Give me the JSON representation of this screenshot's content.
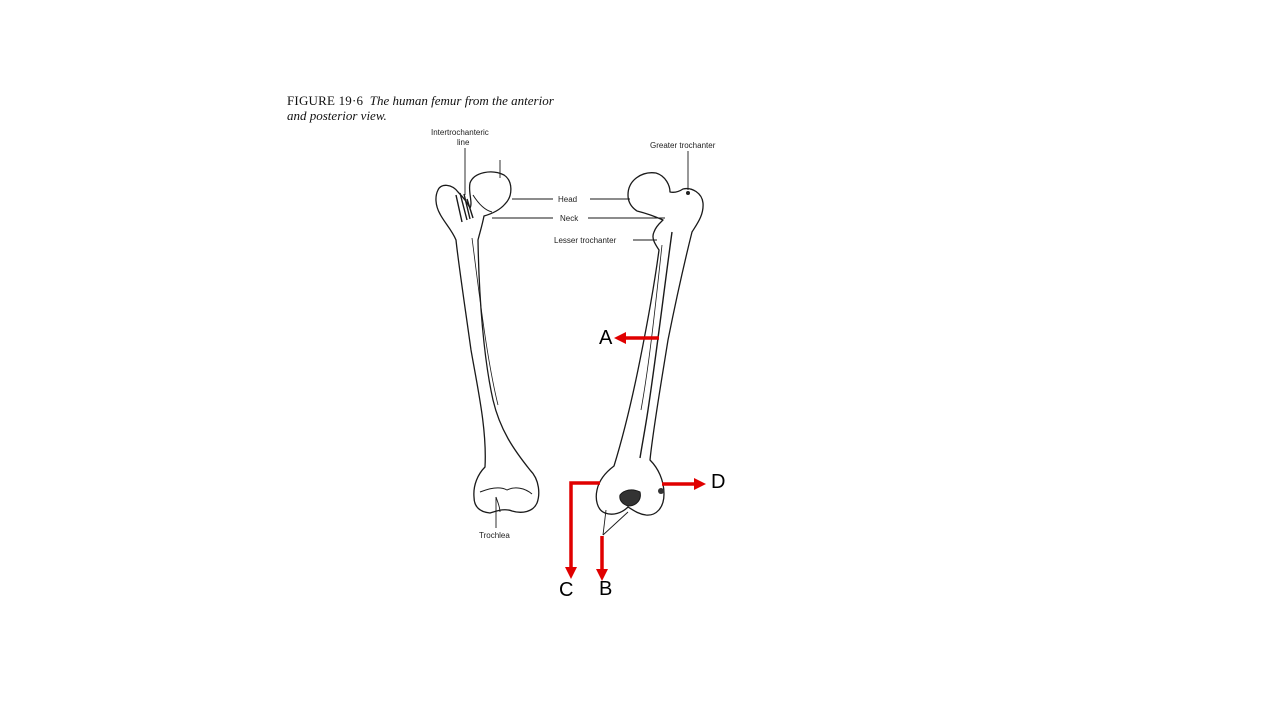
{
  "caption": {
    "figure_number": "FIGURE 19·6",
    "text_line1": "The human femur from the anterior",
    "text_line2": "and posterior view."
  },
  "labels": {
    "intertrochanteric_1": "Intertrochanteric",
    "intertrochanteric_2": "line",
    "greater_trochanter": "Greater trochanter",
    "head": "Head",
    "neck": "Neck",
    "lesser_trochanter": "Lesser trochanter",
    "trochlea": "Trochlea"
  },
  "markers": {
    "a": "A",
    "b": "B",
    "c": "C",
    "d": "D"
  },
  "colors": {
    "arrow": "#e00000",
    "line": "#1a1a1a"
  }
}
